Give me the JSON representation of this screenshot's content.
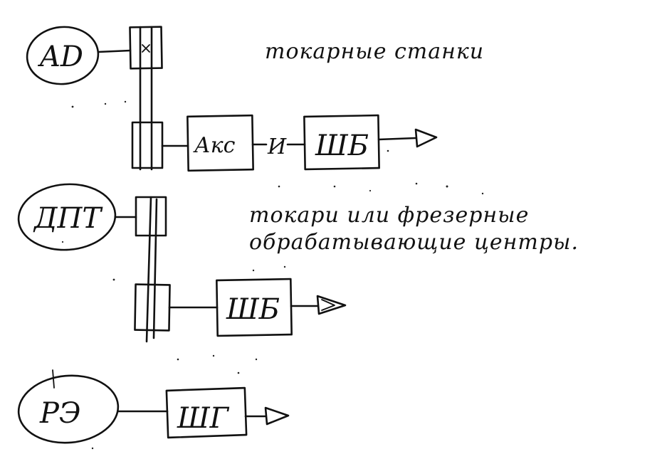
{
  "diagram": {
    "sources": {
      "ad": "AD",
      "dpt": "ДПТ",
      "re": "РЭ"
    },
    "blocks": {
      "akc": "Акс",
      "i": "И",
      "shb_top": "ШБ",
      "shb_mid": "ШБ",
      "shg": "ШГ"
    },
    "notes": {
      "lathe": "токарные станки",
      "milling_line1": "токари или фрезерные",
      "milling_line2": "обрабатывающие центры."
    },
    "ink_color": "#111111"
  }
}
